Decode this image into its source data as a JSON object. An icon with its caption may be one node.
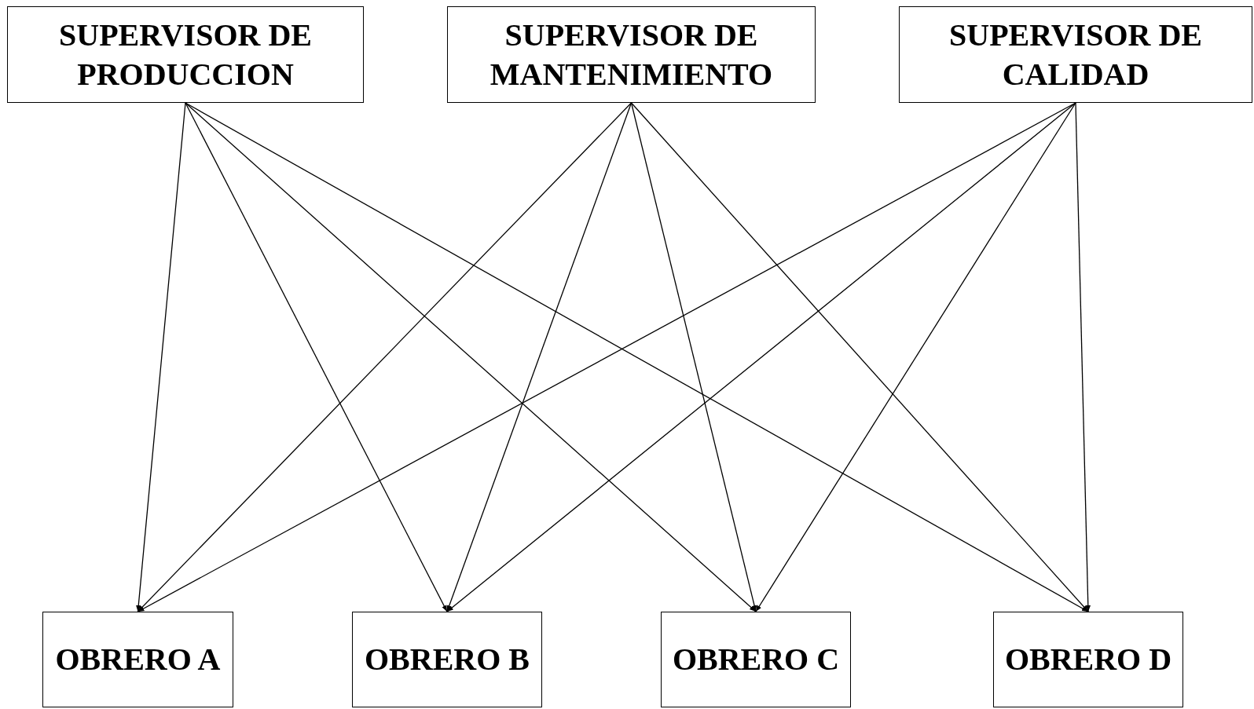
{
  "diagram": {
    "nodes": [
      {
        "text": [
          "SUPERVISOR DE PRODUCCION"
        ]
      },
      {
        "text": [
          "SUPERVISOR DE MANTENIMIENTO"
        ]
      },
      {
        "text": [
          "SUPERVISOR DE CALIDAD"
        ]
      },
      {
        "text": [
          "OBRERO A"
        ]
      },
      {
        "text": [
          "OBRERO B"
        ]
      },
      {
        "text": [
          "OBRERO C"
        ]
      },
      {
        "text": [
          "OBRERO D"
        ]
      }
    ],
    "edges": [
      {
        "from": 0,
        "to": 3,
        "arrow": "to"
      },
      {
        "from": 0,
        "to": 4,
        "arrow": "to"
      },
      {
        "from": 0,
        "to": 5,
        "arrow": "to"
      },
      {
        "from": 0,
        "to": 6,
        "arrow": "to"
      },
      {
        "from": 1,
        "to": 3,
        "arrow": "to"
      },
      {
        "from": 1,
        "to": 4,
        "arrow": "to"
      },
      {
        "from": 1,
        "to": 5,
        "arrow": "to"
      },
      {
        "from": 1,
        "to": 6,
        "arrow": "to"
      },
      {
        "from": 2,
        "to": 3,
        "arrow": "to"
      },
      {
        "from": 2,
        "to": 4,
        "arrow": "to"
      },
      {
        "from": 2,
        "to": 5,
        "arrow": "to"
      },
      {
        "from": 2,
        "to": 6,
        "arrow": "to"
      }
    ]
  }
}
